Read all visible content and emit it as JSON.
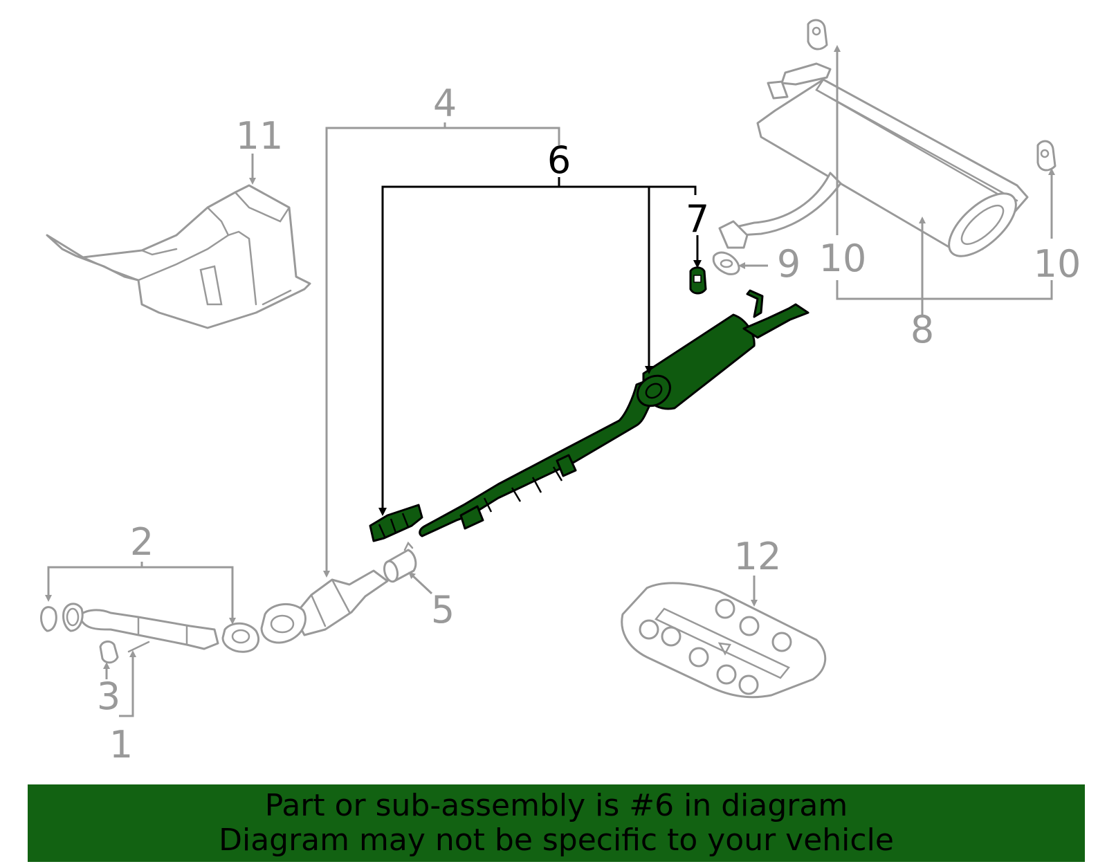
{
  "callouts": {
    "c1": "1",
    "c2": "2",
    "c3": "3",
    "c4": "4",
    "c5": "5",
    "c6": "6",
    "c7": "7",
    "c8": "8",
    "c9": "9",
    "c10a": "10",
    "c10b": "10",
    "c11": "11",
    "c12": "12"
  },
  "highlight_color": "#0f5a0f",
  "banner": {
    "line1": "Part or sub-assembly is #6 in diagram",
    "line2": "Diagram may not be specific to your vehicle",
    "color": "#126212"
  }
}
